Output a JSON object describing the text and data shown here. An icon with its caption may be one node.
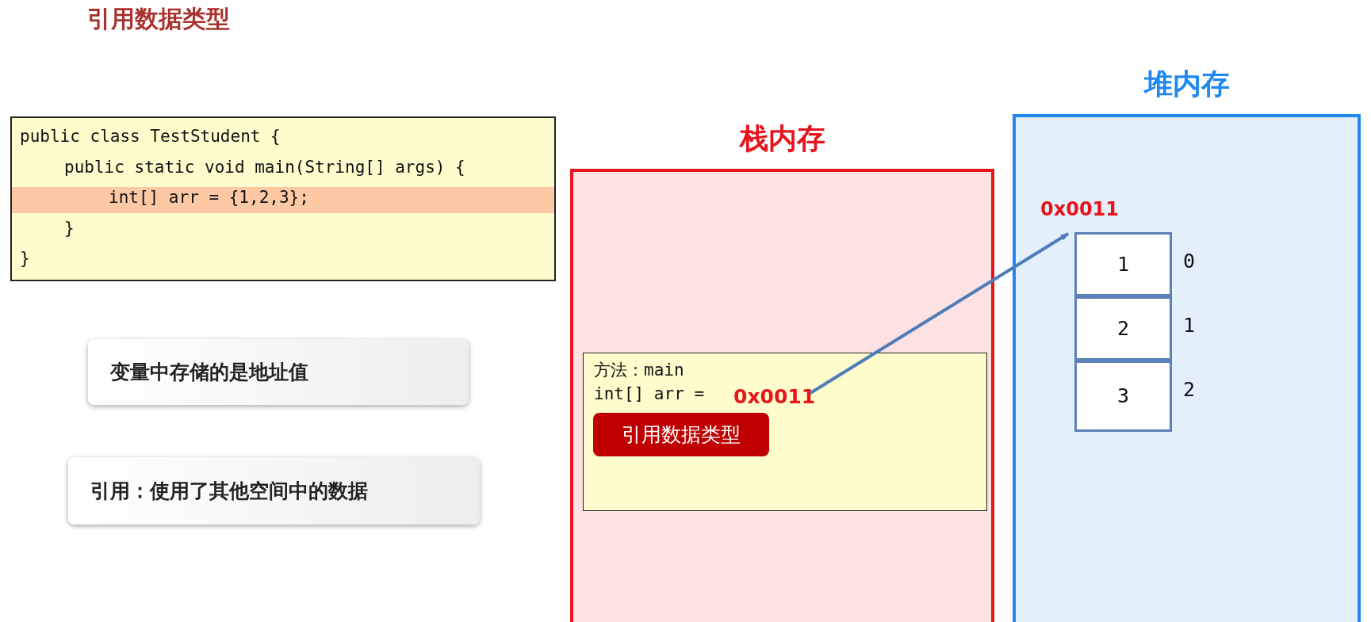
{
  "diagram": {
    "title": "引用数据类型",
    "nodes": [
      {
        "text": [
          "public class TestStudent {",
          "public static void main(String[] args) {",
          "int[] arr = {1,2,3};",
          "}",
          "}"
        ]
      },
      {
        "text": [
          "变量中存储的是地址值"
        ]
      },
      {
        "text": [
          "引用：使用了其他空间中的数据"
        ]
      },
      {
        "text": [
          "栈内存"
        ]
      },
      {
        "text": [
          "方法：main",
          "int[] arr ="
        ],
        "in": 3
      },
      {
        "text": [
          "0x0011"
        ],
        "in": 4
      },
      {
        "text": [
          "引用数据类型"
        ],
        "in": 4
      },
      {
        "text": [
          "堆内存"
        ]
      },
      {
        "text": [
          "1"
        ],
        "in": 7,
        "beside": [
          "0"
        ]
      },
      {
        "text": [
          "2"
        ],
        "in": 7,
        "beside": [
          "1"
        ]
      },
      {
        "text": [
          "3"
        ],
        "in": 7,
        "beside": [
          "2"
        ]
      }
    ],
    "edges": [
      {
        "from": 5,
        "to": 8,
        "arrow": "to"
      }
    ],
    "labels": [
      "0x0011"
    ]
  }
}
